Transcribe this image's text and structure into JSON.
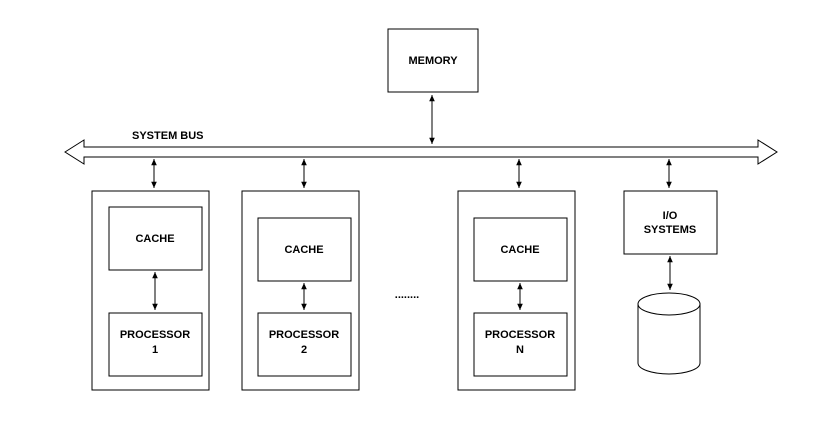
{
  "bus": {
    "label": "SYSTEM BUS"
  },
  "memory": {
    "label": "MEMORY"
  },
  "processors": [
    {
      "cache_label": "CACHE",
      "proc_line1": "PROCESSOR",
      "proc_line2": "1"
    },
    {
      "cache_label": "CACHE",
      "proc_line1": "PROCESSOR",
      "proc_line2": "2"
    },
    {
      "cache_label": "CACHE",
      "proc_line1": "PROCESSOR",
      "proc_line2": "N"
    }
  ],
  "ellipsis": {
    "label": "........"
  },
  "io": {
    "line1": "I/O",
    "line2": "SYSTEMS"
  }
}
